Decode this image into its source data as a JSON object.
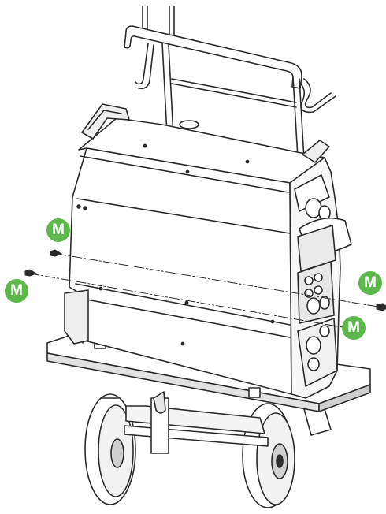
{
  "diagram": {
    "marker_label": "M",
    "marker_color": "#5cb84a",
    "line_color": "#2b2b2b",
    "fill_color": "#ffffff",
    "shade_color": "#dcdcdc"
  },
  "markers": [
    {
      "id": "m1",
      "label": "M"
    },
    {
      "id": "m2",
      "label": "M"
    },
    {
      "id": "m3",
      "label": "M"
    },
    {
      "id": "m4",
      "label": "M"
    }
  ]
}
